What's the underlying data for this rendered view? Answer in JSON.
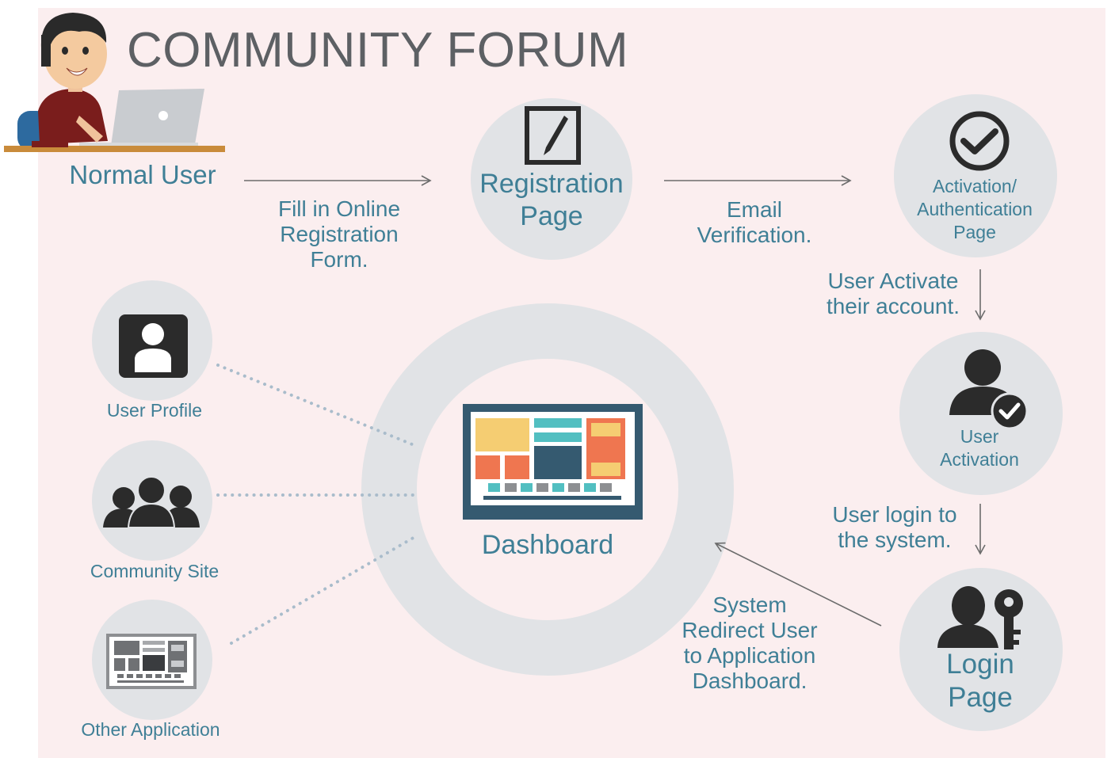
{
  "title": "COMMUNITY FORUM",
  "colors": {
    "background": "#fbeeef",
    "circle": "#e1e3e6",
    "text": "#3f7f96",
    "title": "#5d6064",
    "icon": "#2b2b2b",
    "arrow": "#6c6c6c",
    "dots": "#a9bccb",
    "dash_frame": "#355a70",
    "dash_yellow": "#f5cd72",
    "dash_orange": "#ef7650",
    "dash_teal": "#52bfc1"
  },
  "nodes": {
    "normal_user": "Normal User",
    "registration": [
      "Registration",
      "Page"
    ],
    "activation": [
      "Activation/",
      "Authentication",
      "Page"
    ],
    "user_activation": [
      "User",
      "Activation"
    ],
    "login": [
      "Login",
      "Page"
    ],
    "dashboard": "Dashboard",
    "user_profile": "User Profile",
    "community_site": "Community Site",
    "other_application": "Other Application"
  },
  "edges": {
    "fill_form": [
      "Fill in Online",
      "Registration",
      "Form."
    ],
    "email_verification": [
      "Email",
      "Verification."
    ],
    "user_activate": [
      "User Activate",
      "their account."
    ],
    "user_login": [
      "User login to",
      "the system."
    ],
    "redirect": [
      "System",
      "Redirect User",
      "to Application",
      "Dashboard."
    ]
  },
  "icons": {
    "normal_user": "person-at-laptop-illustration",
    "registration": "edit-pencil-icon",
    "activation": "checkmark-circle-icon",
    "user_activation": "user-check-icon",
    "login": "user-key-icon",
    "dashboard": "dashboard-screen-icon",
    "user_profile": "user-profile-icon",
    "community_site": "group-icon",
    "other_application": "application-window-icon"
  }
}
